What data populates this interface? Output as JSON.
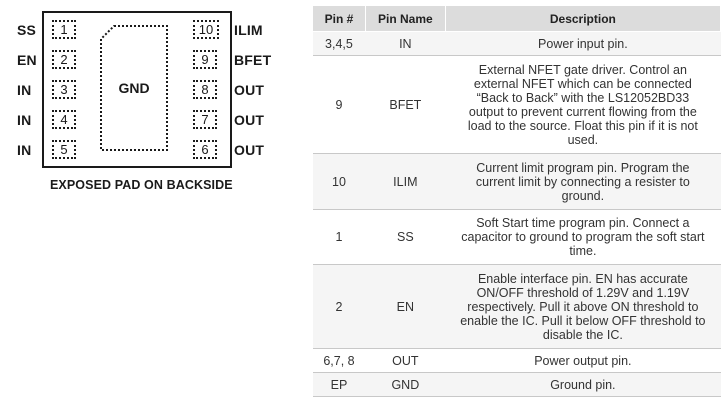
{
  "package": {
    "left_pins": [
      {
        "name": "SS",
        "number": "1"
      },
      {
        "name": "EN",
        "number": "2"
      },
      {
        "name": "IN",
        "number": "3"
      },
      {
        "name": "IN",
        "number": "4"
      },
      {
        "name": "IN",
        "number": "5"
      }
    ],
    "right_pins": [
      {
        "name": "ILIM",
        "number": "10"
      },
      {
        "name": "BFET",
        "number": "9"
      },
      {
        "name": "OUT",
        "number": "8"
      },
      {
        "name": "OUT",
        "number": "7"
      },
      {
        "name": "OUT",
        "number": "6"
      }
    ],
    "pad_label": "GND",
    "caption": "EXPOSED PAD ON BACKSIDE"
  },
  "table": {
    "headers": [
      "Pin #",
      "Pin Name",
      "Description"
    ],
    "rows": [
      {
        "pin": "3,4,5",
        "name": "IN",
        "desc": [
          "Power input pin."
        ]
      },
      {
        "pin": "9",
        "name": "BFET",
        "desc": [
          "External NFET gate driver. Control an",
          "external NFET which can be connected",
          "“Back to Back” with the LS12052BD33",
          "output to prevent current flowing from the",
          "load to the source. Float this pin if it is not",
          "used."
        ]
      },
      {
        "pin": "10",
        "name": "ILIM",
        "desc": [
          "Current limit program pin. Program the",
          "current limit by connecting a resister to",
          "ground."
        ]
      },
      {
        "pin": "1",
        "name": "SS",
        "desc": [
          "Soft Start time program pin. Connect a",
          "capacitor to ground to program the soft start",
          "time."
        ]
      },
      {
        "pin": "2",
        "name": "EN",
        "desc": [
          "Enable interface pin. EN has accurate",
          "ON/OFF threshold of 1.29V and 1.19V",
          "respectively. Pull it above ON threshold to",
          "enable the IC. Pull it below OFF threshold to",
          "disable the IC."
        ]
      },
      {
        "pin": "6,7, 8",
        "name": "OUT",
        "desc": [
          "Power output pin."
        ]
      },
      {
        "pin": "EP",
        "name": "GND",
        "desc": [
          "Ground pin."
        ]
      }
    ]
  }
}
